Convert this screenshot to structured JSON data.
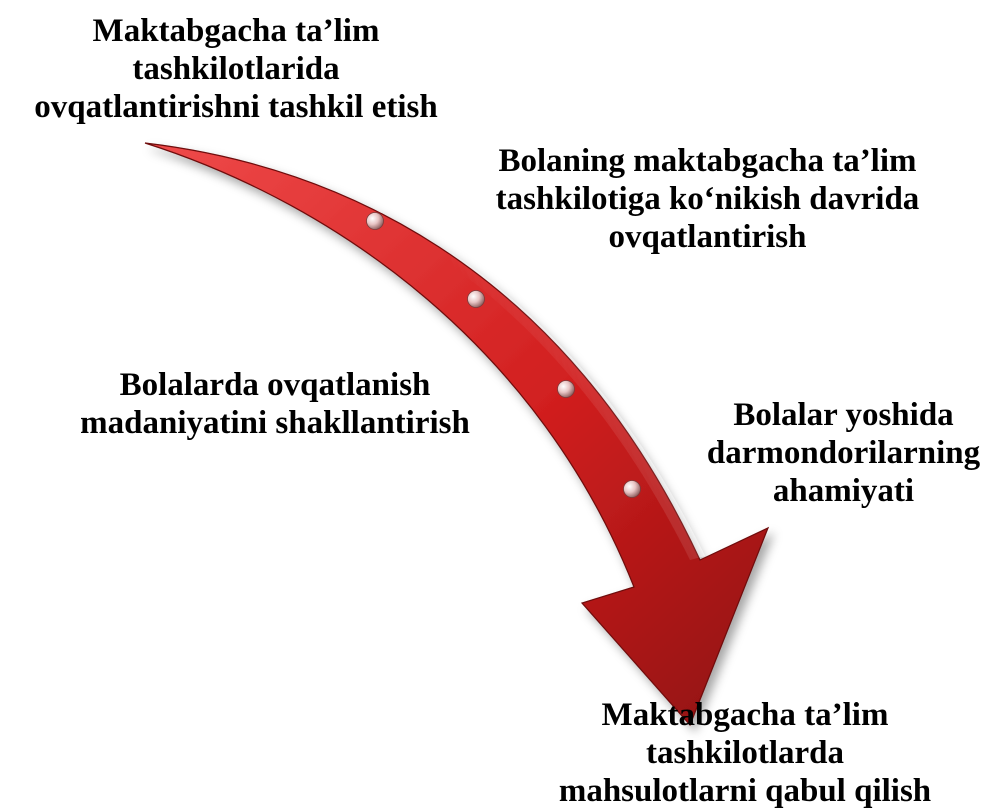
{
  "colors": {
    "arrow_light": "#ef4a4a",
    "arrow_mid": "#d11f1f",
    "arrow_dark": "#7d0a0a",
    "bead": "#e9c9c9",
    "text": "#000000"
  },
  "steps": [
    {
      "lines": [
        "Maktabgacha ta’lim",
        "tashkilotlarida",
        "ovqatlantirishni tashkil etish"
      ]
    },
    {
      "lines": [
        "Bolaning maktabgacha ta’lim",
        "tashkilotiga ko‘nikish davrida",
        "ovqatlantirish"
      ]
    },
    {
      "lines": [
        "Bolalarda ovqatlanish",
        "madaniyatini shakllantirish"
      ]
    },
    {
      "lines": [
        "Bolalar yoshida",
        "darmondorilarning",
        "ahamiyati"
      ]
    },
    {
      "lines": [
        "Maktabgacha ta’lim",
        "tashkilotlarda",
        "mahsulotlarni qabul qilish"
      ]
    }
  ]
}
